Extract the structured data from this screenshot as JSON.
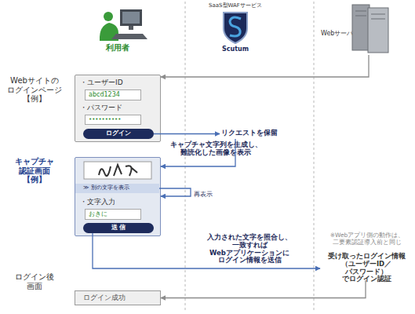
{
  "diagram": {
    "nodes": [
      {
        "text": [
          "利用者"
        ]
      },
      {
        "text": [
          "SaaS型WAFサービス",
          "Scutum"
        ]
      },
      {
        "text": [
          "Webサーバ"
        ]
      },
      {
        "text": [
          "・ユーザーID",
          "・パスワード"
        ]
      },
      {
        "text": [
          "abcd1234"
        ],
        "in": 3
      },
      {
        "text": [
          "••••••••••"
        ],
        "in": 3
      },
      {
        "text": [
          "ログイン"
        ],
        "in": 3
      },
      {
        "text": [
          "・文字入力"
        ]
      },
      {
        "text": [
          "≫ 別の文字を表示"
        ],
        "in": 7
      },
      {
        "text": [
          "おきに"
        ],
        "in": 7
      },
      {
        "text": [
          "送 信"
        ],
        "in": 7
      },
      {
        "text": [
          "リクエストを保留"
        ]
      },
      {
        "text": [
          "受け取ったログイン情報 （ユーザーID／パスワード） でログイン認証"
        ]
      },
      {
        "text": [
          "ログイン成功"
        ]
      }
    ],
    "edges": [
      {
        "from": 2,
        "to": 3,
        "arrow": "to"
      },
      {
        "from": 6,
        "to": 11,
        "arrow": "to"
      },
      {
        "from": 11,
        "to": 7,
        "label": "キャプチャ文字列を生成し、 難読化した画像を表示",
        "arrow": "to"
      },
      {
        "from": 8,
        "to": 7,
        "label": "再表示",
        "arrow": "to"
      },
      {
        "from": 10,
        "to": 12,
        "label": "入力された文字を照合し、 一致すれば Webアプリケーションに ログイン情報を送信",
        "arrow": "to"
      },
      {
        "from": 12,
        "to": 13,
        "arrow": "to"
      }
    ],
    "labels": [
      "Webサイトの ログインページ 【例】",
      "キャプチャ 認証画面 【例】",
      "ログイン後 画面",
      "※Webアプリ側の動作は、 二要素認証導入前と同じ"
    ]
  }
}
